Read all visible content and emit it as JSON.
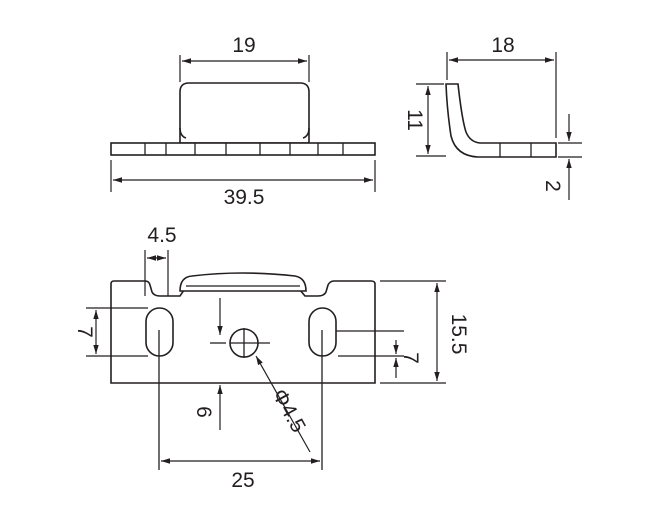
{
  "dimensions": {
    "top_view": {
      "width_tab": "19",
      "overall_length": "39.5"
    },
    "side_view": {
      "depth": "18",
      "height": "11",
      "thickness": "2"
    },
    "front_view": {
      "edge_offset": "4.5",
      "slot_length": "7",
      "plate_height": "15.5",
      "slot_length_right": "7",
      "hole_offset": "6",
      "hole_diameter": "Φ4.5",
      "slot_spacing": "25"
    }
  },
  "colors": {
    "line": "#231f20",
    "background": "#ffffff"
  }
}
